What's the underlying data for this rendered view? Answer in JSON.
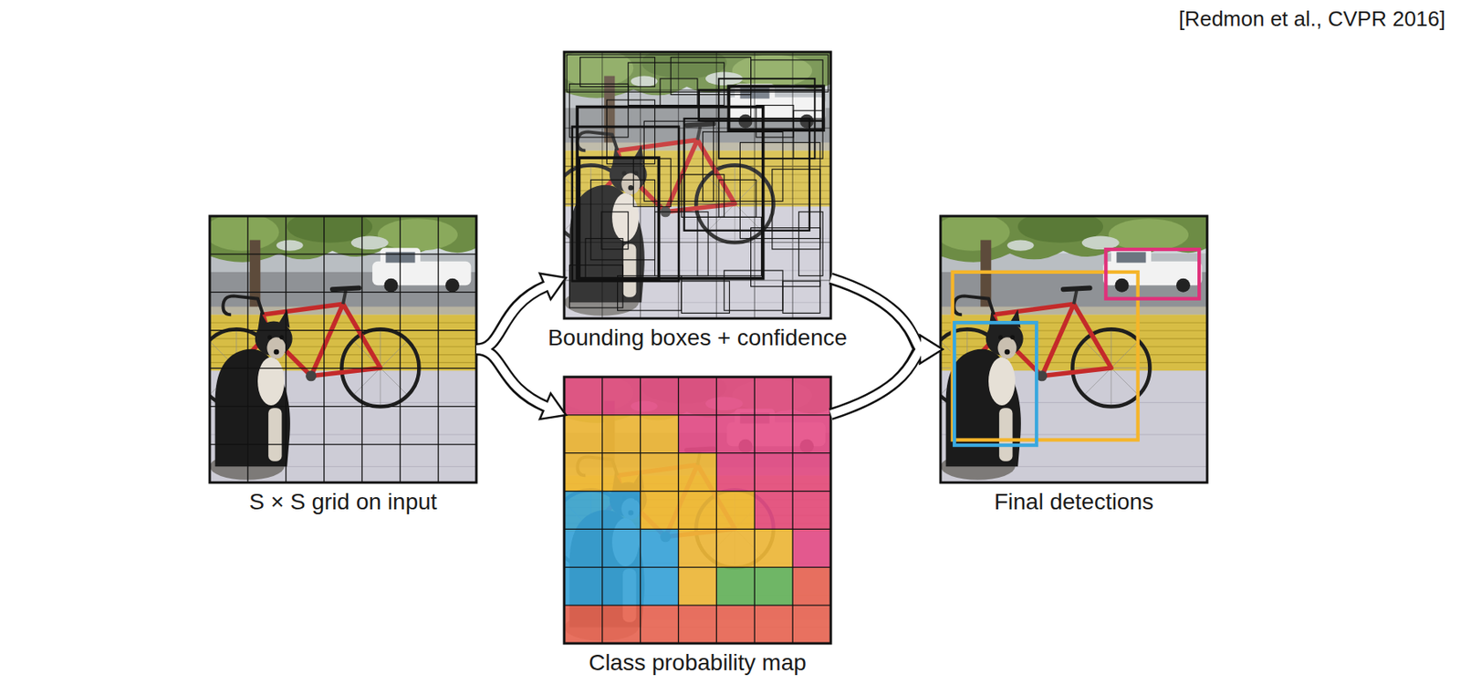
{
  "diagram": {
    "nodes": [
      {
        "text": [
          "S × S grid on input"
        ]
      },
      {
        "text": [
          "Bounding boxes + confidence"
        ]
      },
      {
        "text": [
          "Class probability map"
        ]
      },
      {
        "text": [
          "Final detections"
        ]
      }
    ],
    "edges": [
      {
        "from": 0,
        "to": 1,
        "arrow": "to"
      },
      {
        "from": 0,
        "to": 2,
        "arrow": "to"
      },
      {
        "from": 1,
        "to": 3,
        "arrow": "to"
      },
      {
        "from": 2,
        "to": 3,
        "arrow": "to"
      }
    ],
    "labels": [
      "[Redmon et al., CVPR 2016]"
    ]
  }
}
